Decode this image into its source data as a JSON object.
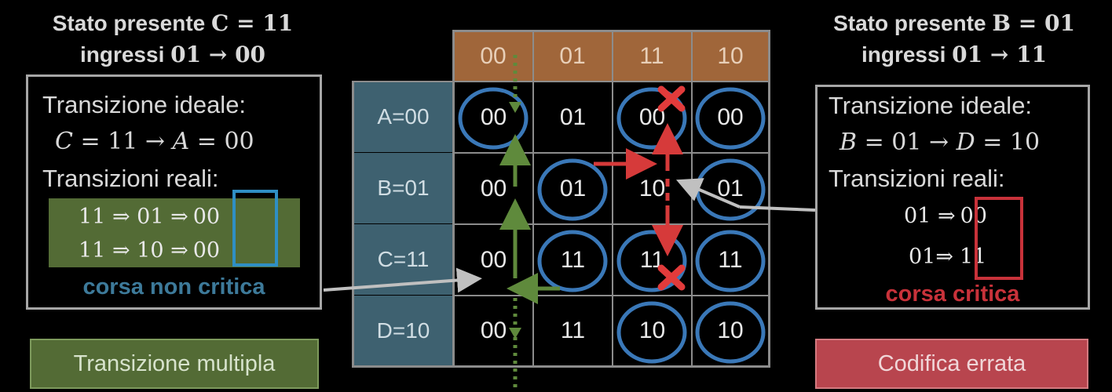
{
  "left": {
    "title_line1": "Stato presente ",
    "title_line1_math": "C = 11",
    "title_line2": "ingressi ",
    "title_line2_math": "01 → 00",
    "ideal_label": "Transizione ideale:",
    "ideal_math_a": "C",
    "ideal_math_b": " = 11 → ",
    "ideal_math_c": "A",
    "ideal_math_d": " = 00",
    "real_label": "Transizioni reali:",
    "path1_prefix": "11 ⇒ 01 ⇒",
    "path1_final": "00",
    "path2_prefix": "11 ⇒ 10 ⇒",
    "path2_final": "00",
    "race_label": "corsa non critica",
    "bottom_label": "Transizione multipla"
  },
  "right": {
    "title_line1": "Stato presente ",
    "title_line1_math": "B = 01",
    "title_line2": "ingressi ",
    "title_line2_math": "01 → 11",
    "ideal_label": "Transizione ideale:",
    "ideal_math_a": "B",
    "ideal_math_b": " = 01 → ",
    "ideal_math_c": "D",
    "ideal_math_d": " = 10",
    "real_label": "Transizioni reali:",
    "path1_prefix": "01 ⇒",
    "path1_final": "00",
    "path2_prefix": "01⇒",
    "path2_final": "11",
    "race_label": "corsa critica",
    "bottom_label": "Codifica errata"
  },
  "table": {
    "columns": [
      "00",
      "01",
      "11",
      "10"
    ],
    "rows": [
      {
        "label": "A=00",
        "cells": [
          "00",
          "01",
          "00",
          "00"
        ],
        "circled": [
          true,
          false,
          true,
          true
        ]
      },
      {
        "label": "B=01",
        "cells": [
          "00",
          "01",
          "10",
          "01"
        ],
        "circled": [
          false,
          true,
          false,
          true
        ]
      },
      {
        "label": "C=11",
        "cells": [
          "00",
          "11",
          "11",
          "11"
        ],
        "circled": [
          false,
          true,
          true,
          true
        ]
      },
      {
        "label": "D=10",
        "cells": [
          "00",
          "11",
          "10",
          "10"
        ],
        "circled": [
          false,
          false,
          true,
          true
        ]
      }
    ]
  },
  "colors": {
    "header_bg": "#a0663a",
    "row_header_bg": "#3e6170",
    "circle": "#3a78b8",
    "green_arrow": "#5f8a3c",
    "green_box": "#536b35",
    "red_arrow": "#d63a3a",
    "red_text": "#c8323a",
    "blue_text": "#3d7a9a",
    "codifica_bg": "#b8454e"
  }
}
